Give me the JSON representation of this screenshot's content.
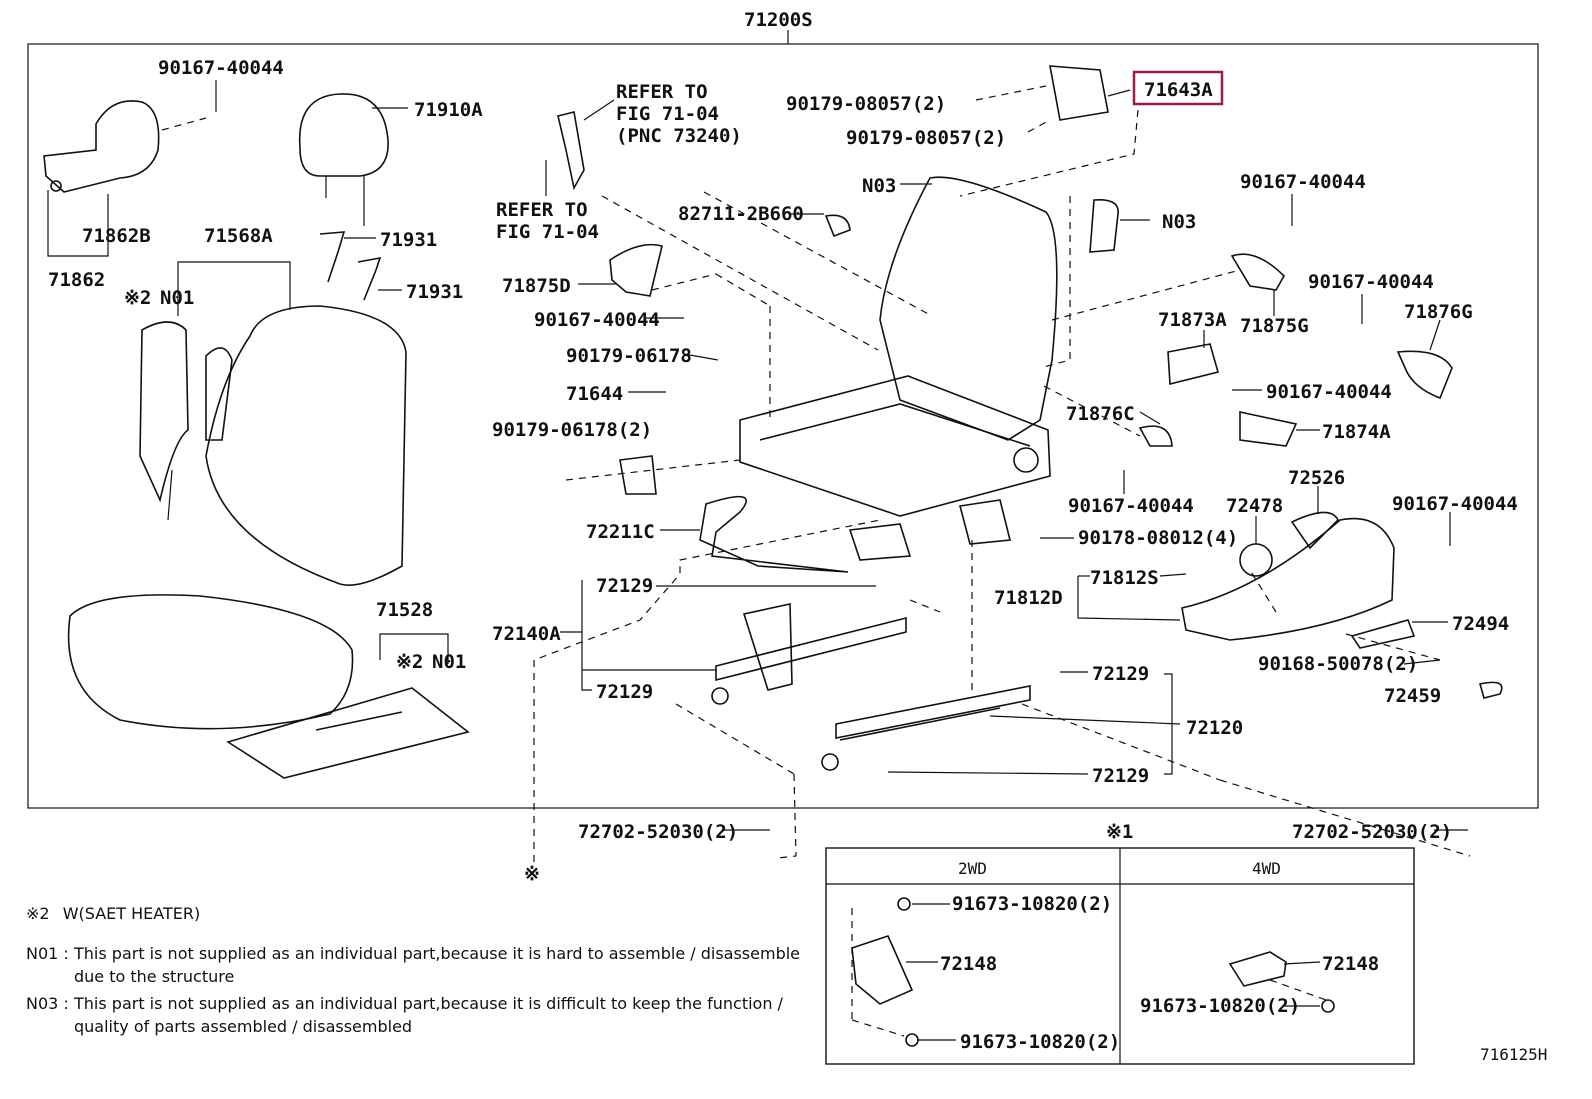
{
  "diagram": {
    "assembly_number": "71200S",
    "highlighted_part": "71643A",
    "highlight_color": "#9b1c3b",
    "figure_id": "716125H",
    "labels": {
      "p_90167_40044_a": "90167-40044",
      "p_71910A": "71910A",
      "refer_1": "REFER TO\nFIG 71-04\n(PNC 73240)",
      "refer_2": "REFER TO\nFIG 71-04",
      "p_90179_08057_a": "90179-08057(2)",
      "p_90179_08057_b": "90179-08057(2)",
      "p_71643A": "71643A",
      "p_71862B": "71862B",
      "p_71862": "71862",
      "p_71568A": "71568A",
      "p_71931_a": "71931",
      "p_71931_b": "71931",
      "p_n01_a": "N01",
      "mark2_a": "※2",
      "p_82711": "82711-2B660",
      "p_n03_a": "N03",
      "p_n03_b": "N03",
      "p_90167_40044_b": "90167-40044",
      "p_71875D": "71875D",
      "p_90167_40044_c": "90167-40044",
      "p_90179_06178_a": "90179-06178",
      "p_71644": "71644",
      "p_90179_06178_b": "90179-06178(2)",
      "p_71875G": "71875G",
      "p_90167_40044_d": "90167-40044",
      "p_71876G": "71876G",
      "p_71873A": "71873A",
      "p_90167_40044_e": "90167-40044",
      "p_71876C": "71876C",
      "p_71874A": "71874A",
      "p_90167_40044_f": "90167-40044",
      "p_72526": "72526",
      "p_72478": "72478",
      "p_90167_40044_g": "90167-40044",
      "p_72211C": "72211C",
      "p_90178": "90178-08012(4)",
      "p_71812S": "71812S",
      "p_71812D": "71812D",
      "p_72129_a": "72129",
      "p_72140A": "72140A",
      "p_71528": "71528",
      "mark2_b": "※2",
      "p_n01_b": "N01",
      "p_72494": "72494",
      "p_90168": "90168-50078(2)",
      "p_72129_b": "72129",
      "p_72129_c": "72129",
      "p_72459": "72459",
      "p_72120": "72120",
      "p_72129_d": "72129",
      "p_72702_a": "72702-52030(2)",
      "mark1": "※1",
      "p_72702_b": "72702-52030(2)",
      "mark_bottom": "※"
    }
  },
  "inset": {
    "col_2wd": "2WD",
    "col_4wd": "4WD",
    "p_91673_a": "91673-10820(2)",
    "p_72148_a": "72148",
    "p_91673_b": "91673-10820(2)",
    "p_72148_b": "72148",
    "p_91673_c": "91673-10820(2)"
  },
  "notes": {
    "w_note_mark": "※2",
    "w_note_text": "W(SAET HEATER)",
    "n01_code": "N01 :",
    "n01_line1": "This part is not supplied as an individual part,because it is hard to assemble / disassemble",
    "n01_line2": "due to the structure",
    "n03_code": "N03 :",
    "n03_line1": "This part is not supplied as an individual part,because it is difficult to keep the function /",
    "n03_line2": "quality of parts assembled / disassembled"
  }
}
